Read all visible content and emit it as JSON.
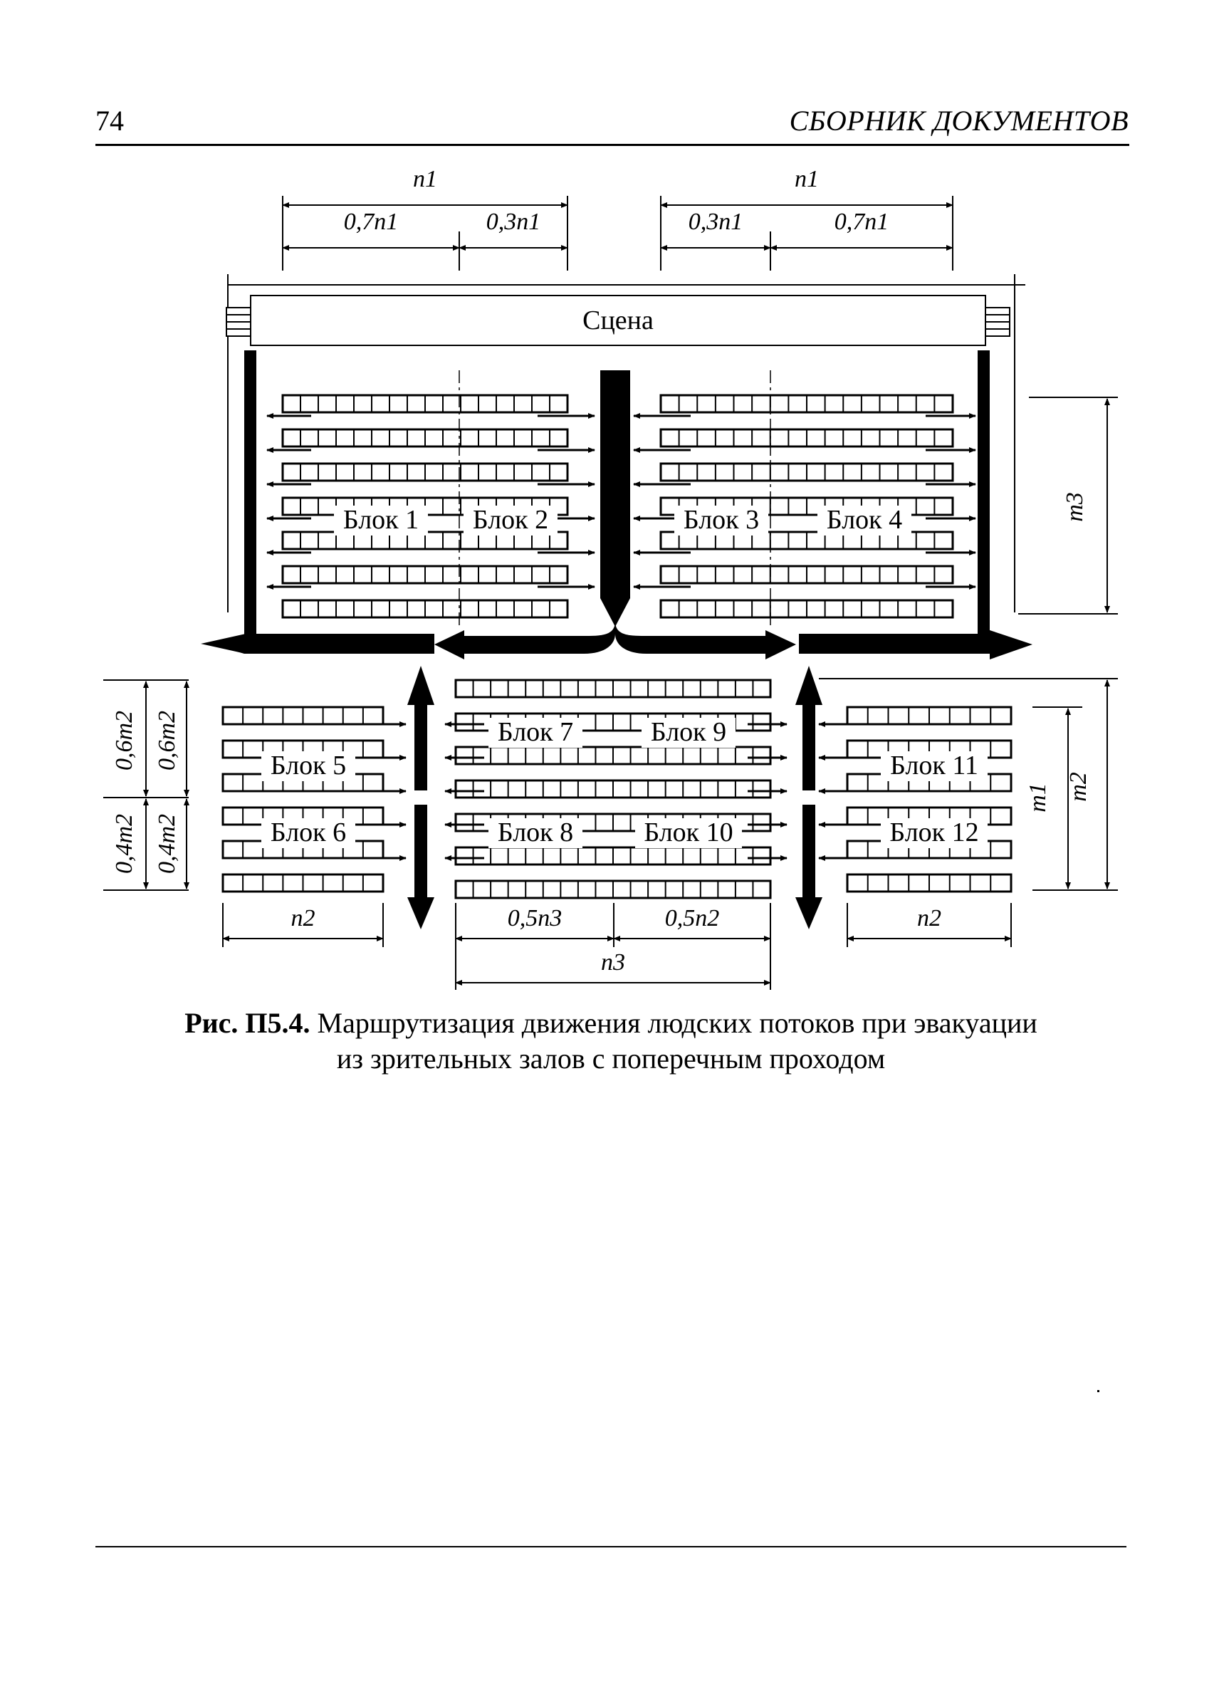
{
  "header": {
    "page_number": "74",
    "title": "СБОРНИК ДОКУМЕНТОВ"
  },
  "figure": {
    "stage_label": "Сцена",
    "blocks": [
      "Блок 1",
      "Блок 2",
      "Блок 3",
      "Блок 4",
      "Блок 5",
      "Блок 6",
      "Блок 7",
      "Блок 8",
      "Блок 9",
      "Блок 10",
      "Блок 11",
      "Блок 12"
    ],
    "dims": {
      "n1_left": "n1",
      "n1_left_a": "0,7n1",
      "n1_left_b": "0,3n1",
      "n1_right": "n1",
      "n1_right_a": "0,3n1",
      "n1_right_b": "0,7n1",
      "m3": "m3",
      "m1": "m1",
      "m2": "m2",
      "left_06m2": "0,6m2",
      "left_04m2": "0,4m2",
      "n2_left": "n2",
      "n2_right": "n2",
      "half_n3": "0,5n3",
      "half_n2": "0,5n2",
      "n3": "n3"
    }
  },
  "caption": {
    "label": "Рис. П5.4.",
    "text_line1": " Маршрутизация движения людских потоков при эвакуации",
    "text_line2": "из зрительных залов с поперечным проходом"
  }
}
